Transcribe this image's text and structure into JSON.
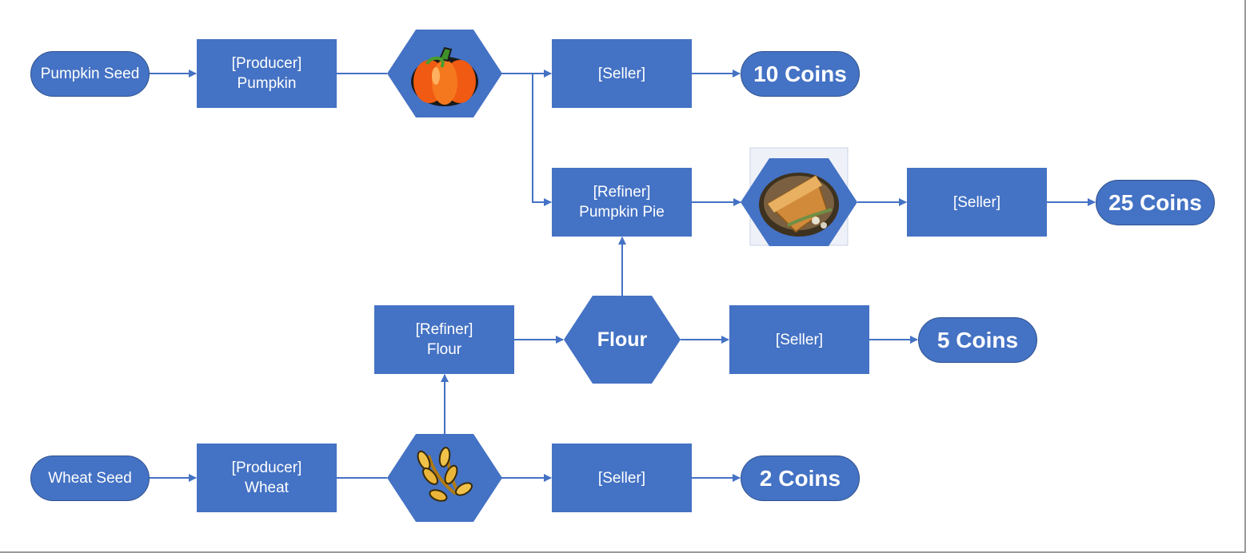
{
  "inputs": {
    "pumpkin_seed": "Pumpkin Seed",
    "wheat_seed": "Wheat Seed"
  },
  "producers": {
    "pumpkin": {
      "role": "[Producer]",
      "item": "Pumpkin"
    },
    "wheat": {
      "role": "[Producer]",
      "item": "Wheat"
    }
  },
  "refiners": {
    "flour": {
      "role": "[Refiner]",
      "item": "Flour"
    },
    "pumpkin_pie": {
      "role": "[Refiner]",
      "item": "Pumpkin Pie"
    }
  },
  "products": {
    "flour_label": "Flour",
    "pumpkin_icon": "pumpkin-icon",
    "wheat_icon": "wheat-icon",
    "pie_icon": "pumpkin-pie-icon"
  },
  "sellers": {
    "pumpkin": "[Seller]",
    "pumpkin_pie": "[Seller]",
    "flour": "[Seller]",
    "wheat": "[Seller]"
  },
  "rewards": {
    "pumpkin": "10 Coins",
    "pumpkin_pie": "25 Coins",
    "flour": "5 Coins",
    "wheat": "2 Coins"
  },
  "colors": {
    "node_fill": "#4472c4",
    "node_border": "#2f528f",
    "arrow": "#4472c4",
    "text": "#ffffff"
  }
}
